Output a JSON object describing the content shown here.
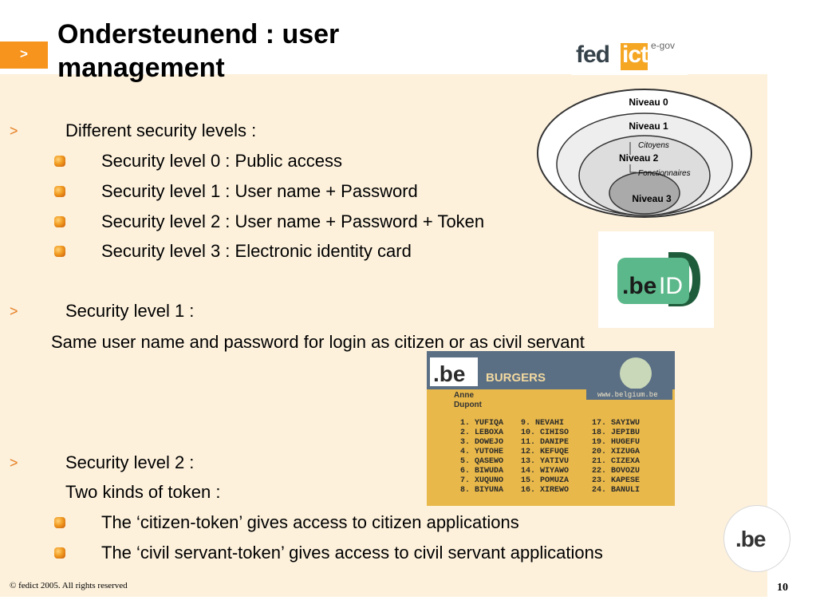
{
  "header": {
    "marker": ">",
    "title": "Ondersteunend : user management",
    "logo": {
      "fed": "fed",
      "ict": "ict",
      "egov": "e-gov"
    }
  },
  "content": {
    "rows": [
      {
        "type": "heading",
        "marker": ">",
        "text": "Different security levels :"
      },
      {
        "type": "bullet",
        "text": "Security level 0 : Public access"
      },
      {
        "type": "bullet",
        "text": "Security level 1 : User name + Password"
      },
      {
        "type": "bullet",
        "text": "Security level 2 : User name + Password + Token"
      },
      {
        "type": "bullet",
        "text": "Security level 3 : Electronic identity card"
      },
      {
        "type": "heading",
        "marker": ">",
        "text": "Security level 1 :"
      },
      {
        "type": "plain",
        "text": "Same user name and password for login as citizen or as civil servant"
      },
      {
        "type": "heading",
        "marker": ">",
        "text": "Security level 2 :"
      },
      {
        "type": "plain",
        "text": "Two kinds of token :"
      },
      {
        "type": "bullet",
        "text": "The ‘citizen-token’ gives access to citizen applications"
      },
      {
        "type": "bullet",
        "text": "The ‘civil servant-token’ gives access to civil servant applications"
      }
    ]
  },
  "diagram": {
    "niveau0": "Niveau 0",
    "niveau1": "Niveau 1",
    "citoyens": "Citoyens",
    "niveau2": "Niveau 2",
    "fonctionnaires": "Fonctionnaires",
    "niveau3": "Niveau 3"
  },
  "beid_logo": {
    "be": ".be",
    "id": "ID"
  },
  "token_card": {
    "logo": ".be",
    "title": "BURGERS",
    "website": "www.belgium.be",
    "first_name": "Anne",
    "last_name": "Dupont",
    "codes": [
      [
        "1. YUFIQA",
        "9. NEVAHI",
        "17. SAYIWU"
      ],
      [
        "2. LEBOXA",
        "10. CIHISO",
        "18. JEPIBU"
      ],
      [
        "3. DOWEJO",
        "11. DANIPE",
        "19. HUGEFU"
      ],
      [
        "4. YUTOHE",
        "12. KEFUQE",
        "20. XIZUGA"
      ],
      [
        "5. QASEWO",
        "13. YATIVU",
        "21. CIZEXA"
      ],
      [
        "6. BIWUDA",
        "14. WIYAWO",
        "22. BOVOZU"
      ],
      [
        "7. XUQUNO",
        "15. POMUZA",
        "23. KAPESE"
      ],
      [
        "8. BIYUNA",
        "16. XIREWO",
        "24. BANULI"
      ]
    ]
  },
  "be_logo": ".be",
  "footer": {
    "copyright": "© fedict 2005. All rights reserved",
    "page_number": "10"
  },
  "colors": {
    "accent": "#f7941d",
    "background": "#fdf1dc",
    "beid_green": "#5bb88a"
  }
}
